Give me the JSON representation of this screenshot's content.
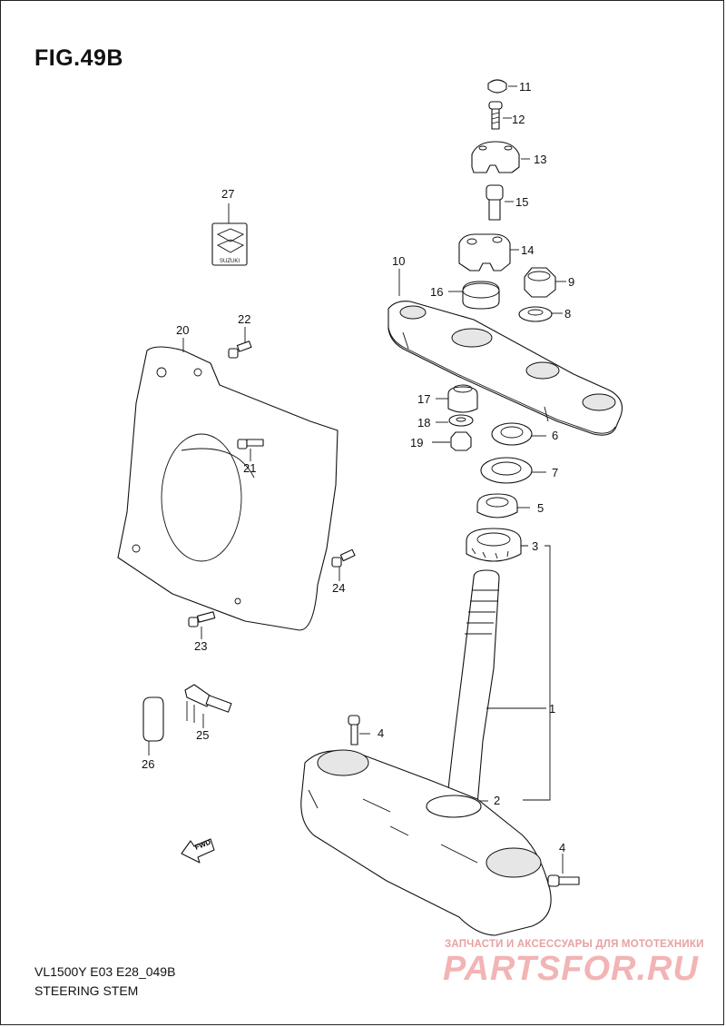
{
  "figure": {
    "title": "FIG.49B",
    "model_code": "VL1500Y E03 E28_049B",
    "name": "STEERING STEM"
  },
  "callouts": [
    "1",
    "2",
    "3",
    "4",
    "4",
    "5",
    "6",
    "7",
    "8",
    "9",
    "10",
    "11",
    "12",
    "13",
    "14",
    "15",
    "16",
    "17",
    "18",
    "19",
    "20",
    "21",
    "22",
    "23",
    "24",
    "25",
    "26",
    "27"
  ],
  "emblem_text": "SUZUKI",
  "direction_marker": "FWD",
  "watermark": {
    "tagline": "ЗАПЧАСТИ И АКСЕССУАРЫ ДЛЯ МОТОТЕХНИКИ",
    "logo": "PARTSFOR.RU",
    "color": "#f2b4b4"
  }
}
